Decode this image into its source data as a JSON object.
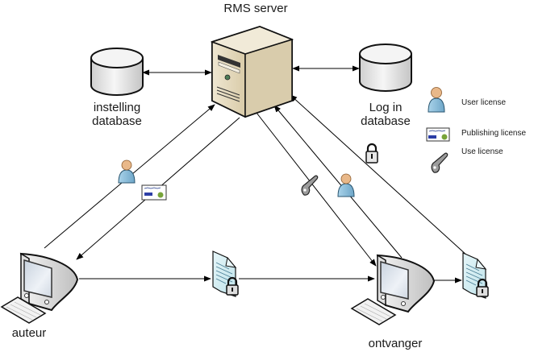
{
  "diagram": {
    "nodes": {
      "server": {
        "label": "RMS server",
        "icon": "server-tower-icon"
      },
      "settings_db": {
        "label_line1": "instelling",
        "label_line2": "database",
        "icon": "database-cylinder-icon"
      },
      "login_db": {
        "label_line1": "Log in",
        "label_line2": "database",
        "icon": "database-cylinder-icon"
      },
      "author": {
        "label": "auteur",
        "icon": "computer-icon"
      },
      "receiver": {
        "label": "ontvanger",
        "icon": "computer-icon"
      }
    },
    "legend": [
      {
        "icon": "user-license-icon",
        "label": "User license"
      },
      {
        "icon": "publishing-license-icon",
        "label": "Publishing license"
      },
      {
        "icon": "use-license-icon",
        "label": "Use license"
      }
    ],
    "edges": [
      {
        "from": "settings_db",
        "to": "server",
        "direction": "both"
      },
      {
        "from": "login_db",
        "to": "server",
        "direction": "both"
      },
      {
        "from": "author",
        "to": "server",
        "carries": "User license"
      },
      {
        "from": "server",
        "to": "author",
        "carries": "Publishing license"
      },
      {
        "from": "author",
        "to": "protected-document",
        "direction": "forward"
      },
      {
        "from": "protected-document",
        "to": "receiver",
        "direction": "forward"
      },
      {
        "from": "server",
        "to": "receiver",
        "carries": "Use license"
      },
      {
        "from": "receiver",
        "to": "server",
        "carries": "User license"
      },
      {
        "from": "protected-document-2",
        "to": "server",
        "carries": "Lock"
      },
      {
        "from": "receiver",
        "to": "protected-document-2",
        "direction": "forward"
      }
    ],
    "colors": {
      "server_body": "#e6dcc4",
      "server_side": "#b8a47c",
      "db_fill": "#e4e4e4",
      "doc_fill": "#d4eef2",
      "person_body": "#8fc0dc",
      "person_head": "#e9b889",
      "line": "#000000"
    }
  }
}
